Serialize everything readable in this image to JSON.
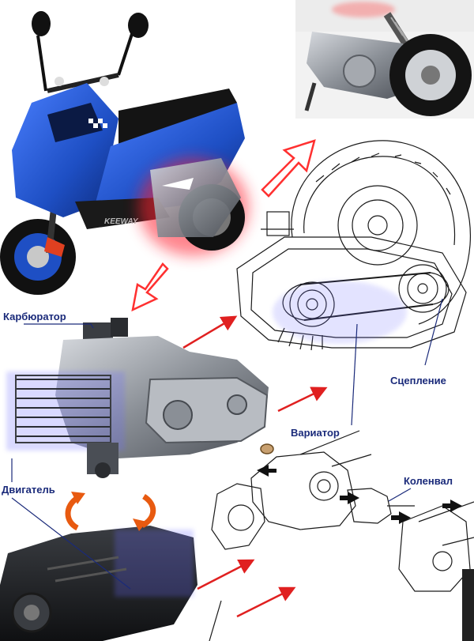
{
  "labels": {
    "carburetor": "Карбюратор",
    "clutch": "Сцепление",
    "variator": "Вариатор",
    "crankshaft": "Коленвал",
    "engine": "Двигатель",
    "scooter_brand": "KEEWAY"
  },
  "colors": {
    "scooter_body": "#1e4fc4",
    "scooter_dark": "#161616",
    "highlight_glow": "#ff2030",
    "highlight_blue": "#6a6aff",
    "arrow_red": "#e02020",
    "swap_arrow_orange": "#e85a10",
    "metal": "#8a8f96",
    "label_text": "#1a2a7a"
  }
}
